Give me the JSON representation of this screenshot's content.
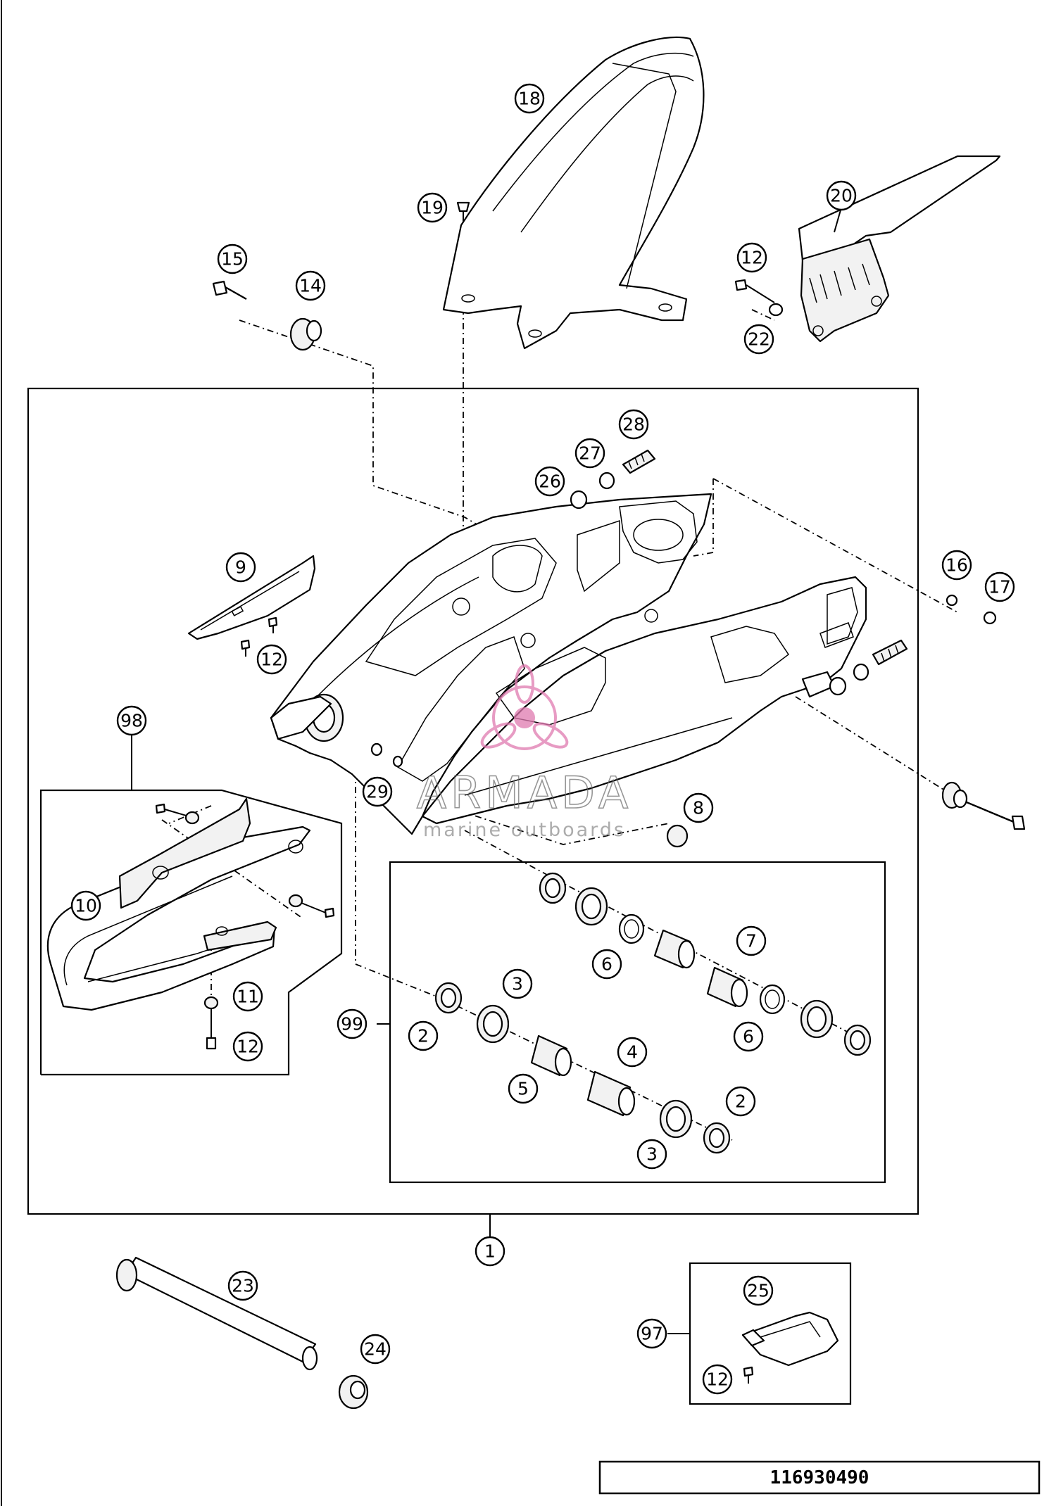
{
  "callouts": [
    "18",
    "19",
    "20",
    "12",
    "22",
    "15",
    "14",
    "28",
    "27",
    "26",
    "16",
    "17",
    "9",
    "12",
    "98",
    "29",
    "8",
    "10",
    "11",
    "12",
    "99",
    "2",
    "3",
    "4",
    "5",
    "6",
    "7",
    "6",
    "3",
    "2",
    "1",
    "23",
    "24",
    "25",
    "97",
    "12"
  ],
  "watermark": {
    "brand": "ARMADA",
    "tagline": "marine outboards",
    "accent_color": "#e07ab0"
  },
  "part_number": "116930490"
}
